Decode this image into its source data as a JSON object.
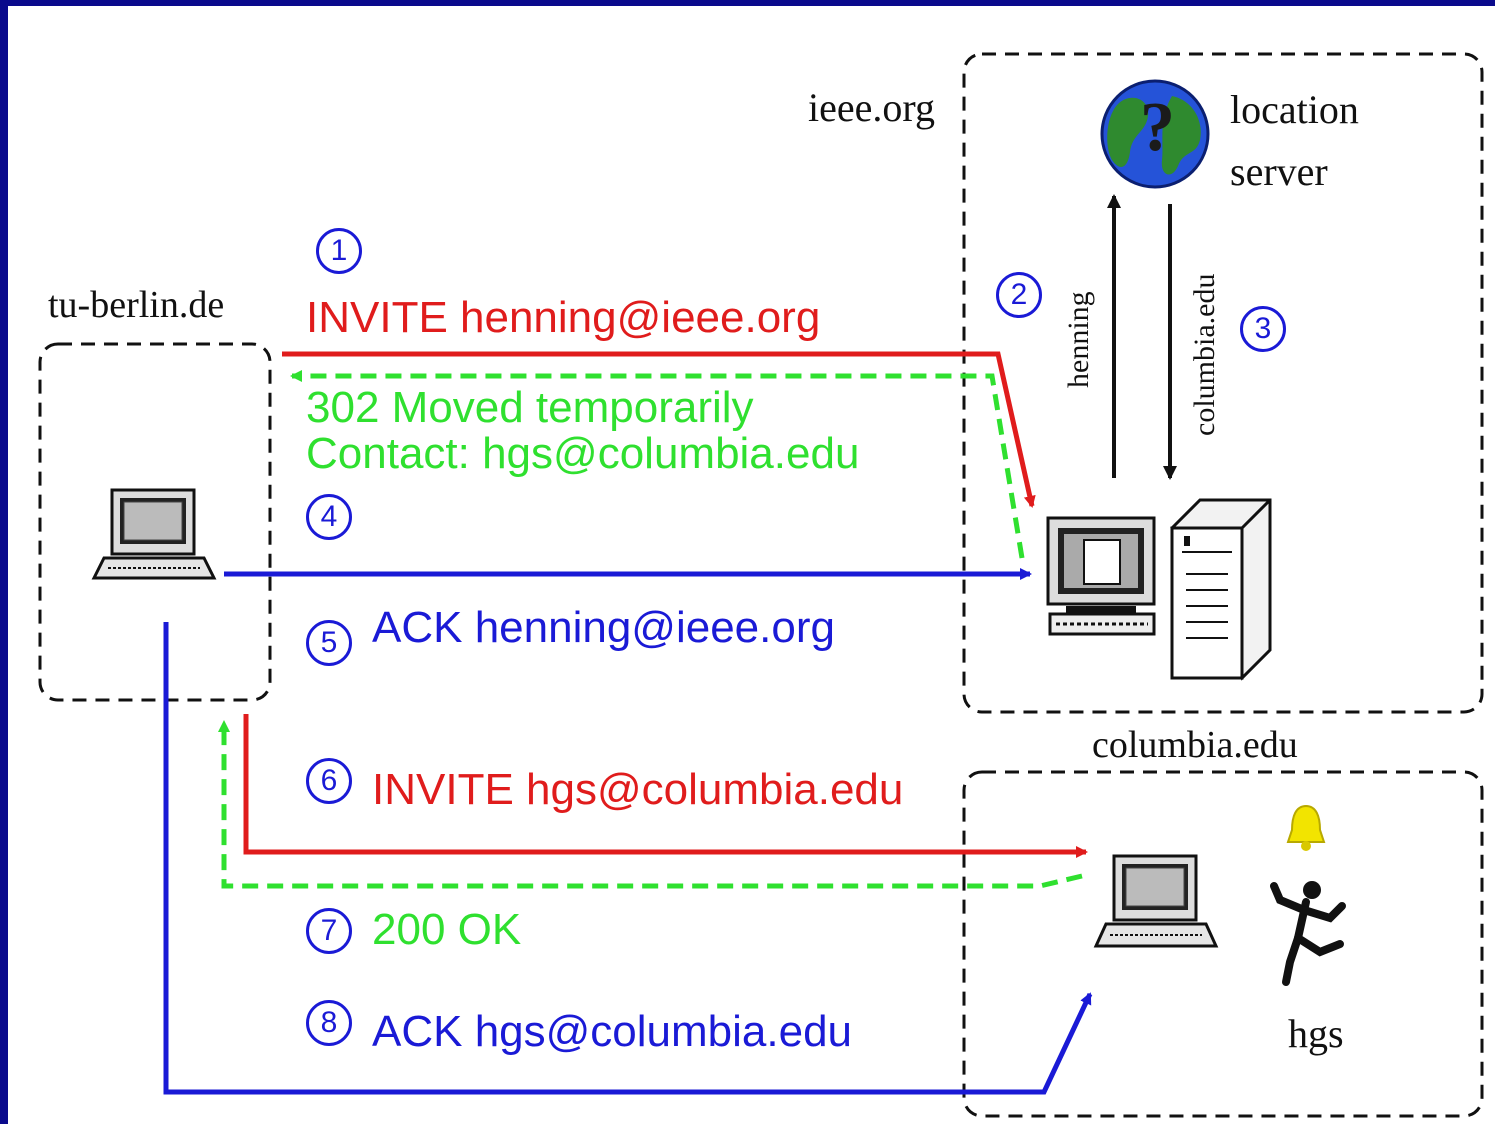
{
  "colors": {
    "frame": "#0a0a8c",
    "invite": "#e01c1c",
    "response": "#2fe02f",
    "ack": "#1a1ad6",
    "numbers": "#1a1ad6"
  },
  "domains": {
    "caller": "tu-berlin.de",
    "proxy": "ieee.org",
    "callee": "columbia.edu"
  },
  "location_server": {
    "line1": "location",
    "line2": "server"
  },
  "queries": {
    "request": "henning",
    "reply": "columbia.edu"
  },
  "callee_user": "hgs",
  "steps": [
    "1",
    "2",
    "3",
    "4",
    "5",
    "6",
    "7",
    "8"
  ],
  "messages": {
    "invite_1": "INVITE henning@ieee.org",
    "moved_line1": "302 Moved temporarily",
    "moved_line2": "Contact: hgs@columbia.edu",
    "ack_5": "ACK henning@ieee.org",
    "invite_6": "INVITE hgs@columbia.edu",
    "ok_7": "200 OK",
    "ack_8": "ACK hgs@columbia.edu"
  },
  "icons": [
    "laptop-icon",
    "globe-icon",
    "workstation-icon",
    "server-tower-icon",
    "bell-icon",
    "running-person-icon"
  ]
}
